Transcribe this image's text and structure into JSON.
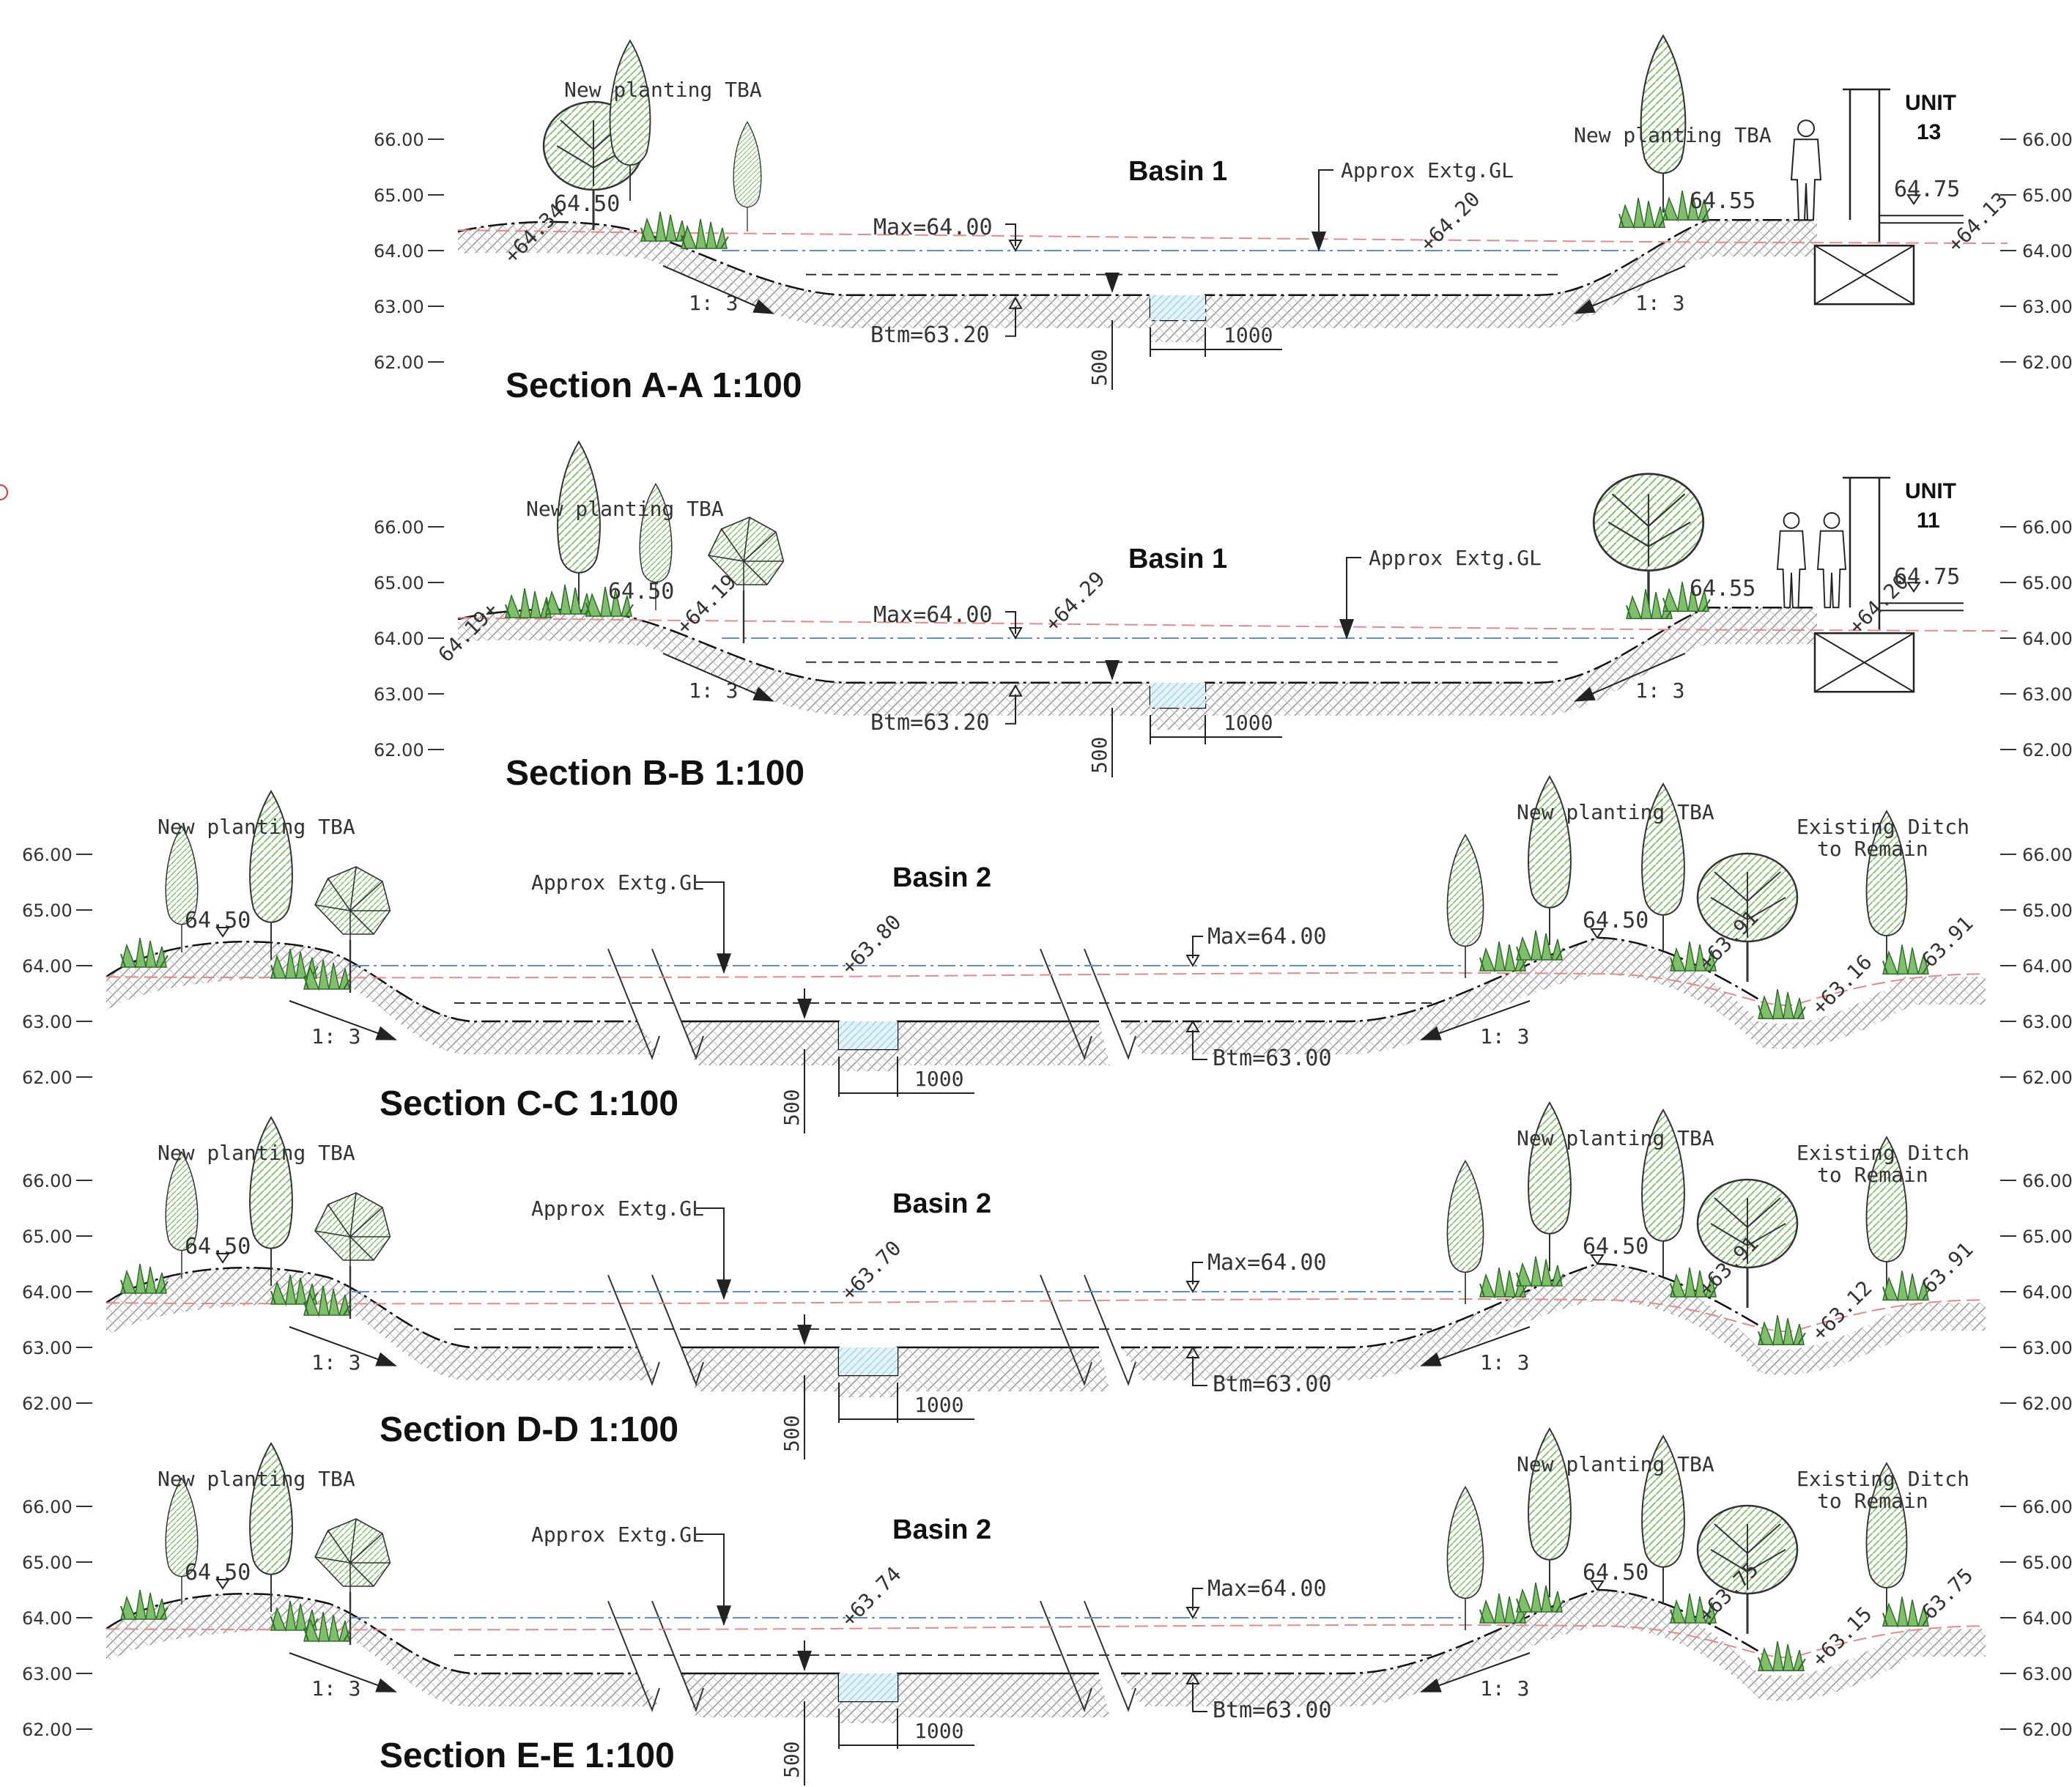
{
  "axis_ticks": [
    "66.00",
    "65.00",
    "64.00",
    "63.00",
    "62.00"
  ],
  "colors": {
    "max_water_line": "#5b8fd6",
    "existing_ground_line": "#e58a8a",
    "planting": "#7fbf6a",
    "basin_fill": "#cfe7f2"
  },
  "labels": {
    "new_planting": "New planting TBA",
    "approx_ground": "Approx Extg.GL",
    "max_level": "Max=64.00",
    "btm_a": "Btm=63.20",
    "btm_c": "Btm=63.00",
    "slope": "1: 3",
    "existing_ditch_1": "Existing Ditch",
    "existing_ditch_2": "to Remain",
    "dim_1000": "1000",
    "dim_500": "500",
    "crest_level": "64.50",
    "bank_level": "64.55",
    "unit_level": "64.75"
  },
  "sections": [
    {
      "id": "a",
      "title": "Section A-A 1:100",
      "basin": "Basin 1",
      "unit_line1": "UNIT",
      "unit_line2": "13",
      "spots": [
        "64.34",
        "64.20",
        "64.13"
      ]
    },
    {
      "id": "b",
      "title": "Section B-B 1:100",
      "basin": "Basin 1",
      "unit_line1": "UNIT",
      "unit_line2": "11",
      "spots": [
        "64.19",
        "64.19",
        "64.29",
        "64.20"
      ]
    },
    {
      "id": "c",
      "title": "Section C-C 1:100",
      "basin": "Basin 2",
      "spots": [
        "63.80",
        "63.91",
        "63.16",
        "63.91"
      ]
    },
    {
      "id": "d",
      "title": "Section D-D 1:100",
      "basin": "Basin 2",
      "spots": [
        "63.70",
        "63.91",
        "63.12",
        "63.91"
      ]
    },
    {
      "id": "e",
      "title": "Section E-E 1:100",
      "basin": "Basin 2",
      "spots": [
        "63.74",
        "63.75",
        "63.15",
        "63.75"
      ]
    }
  ]
}
